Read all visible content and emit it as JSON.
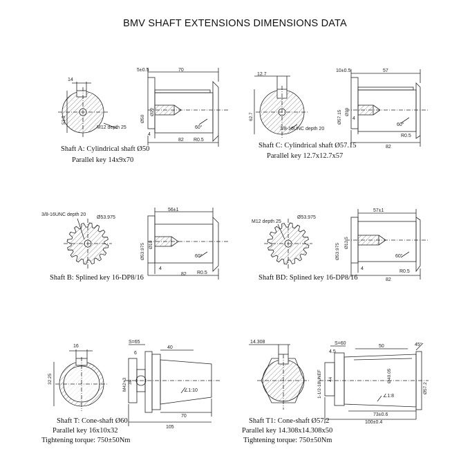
{
  "title": "BMV SHAFT EXTENSIONS DIMENSIONS DATA",
  "shafts": {
    "A": {
      "caption1": "Shaft A: Cylindrical shaft Ø50",
      "caption2": "Parallel key 14x9x70",
      "dims": {
        "key_w": "14",
        "key_h": "53.5",
        "tap": "M12 depth 25",
        "shoulder": "5±0.5",
        "len": "70",
        "dia": "Ø50",
        "dia2": "Ø22",
        "step": "4",
        "total": "82",
        "radius": "R0.5",
        "angle": "60°"
      }
    },
    "C": {
      "caption1": "Shaft C: Cylindrical shaft Ø57.15",
      "caption2": "Parallel key 12.7x12.7x57",
      "dims": {
        "key_w": "12.7",
        "key_h": "62.7",
        "tap": "3/8-16UNC depth 20",
        "shoulder": "10±0.5",
        "len": "57",
        "dia": "Ø57.15",
        "dia2": "Ø10",
        "step": "4",
        "total": "82",
        "radius": "R0.5",
        "angle": "60°"
      }
    },
    "B": {
      "caption1": "Shaft B: Splined key 16-DP8/16",
      "dims": {
        "tap": "3/8-16UNC depth 20",
        "pitch": "Ø53.975",
        "len": "56±1",
        "dia": "Ø53.975",
        "dia2": "Ø10",
        "step": "4",
        "total": "82",
        "radius": "R0.5",
        "angle": "60°"
      }
    },
    "BD": {
      "caption1": "Shaft BD: Splined key 16-DP8/16",
      "dims": {
        "tap": "M12 depth 25",
        "pitch": "Ø53.975",
        "len": "57±1",
        "dia": "Ø53.975",
        "dia2": "Ø12.5",
        "step": "4",
        "total": "82",
        "radius": "R0.5",
        "angle": "60°"
      }
    },
    "T": {
      "caption1": "Shaft T: Cone-shaft Ø60",
      "caption2": "Parallel key 16x10x32",
      "caption3": "Tightening torque: 750±50Nm",
      "dims": {
        "key_w": "16",
        "key_h": "32.25",
        "s": "S=65",
        "six": "6",
        "len40": "40",
        "thread": "M42×3",
        "d38": "38",
        "taper": "∠1:10",
        "len70": "70",
        "total": "105"
      }
    },
    "T1": {
      "caption1": "Shaft T1: Cone-shaft Ø57.2",
      "caption2": "Parallel key 14.308x14.308x50",
      "caption3": "Tightening torque: 750±50Nm",
      "dims": {
        "key_w": "14.308",
        "s": "S=60",
        "half": "4.5",
        "len50": "50",
        "angle": "45°",
        "thread": "1-1/2-18UNEF",
        "d44": "44",
        "d40": "Ø40.05",
        "taper": "∠1:8",
        "d57": "Ø57.2",
        "len73": "73±0.6",
        "total": "100±0.4"
      }
    }
  }
}
